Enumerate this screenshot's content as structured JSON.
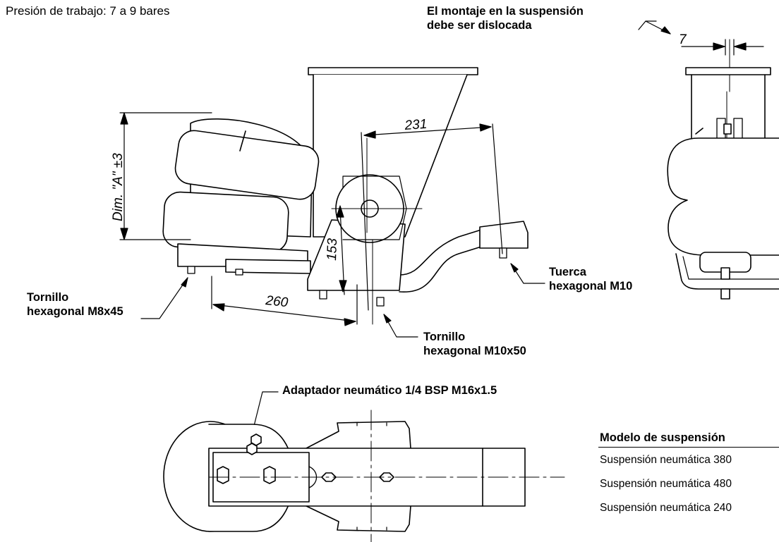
{
  "header": {
    "pressure": "Presión de trabajo: 7 a 9 bares"
  },
  "labels": {
    "mount_line1": "El montaje en la suspensión",
    "mount_line2": "debe ser dislocada",
    "bolt_m8_line1": "Tornillo",
    "bolt_m8_line2": "hexagonal M8x45",
    "nut_line1": "Tuerca",
    "nut_line2": "hexagonal M10",
    "bolt_m10_line1": "Tornillo",
    "bolt_m10_line2": "hexagonal M10x50",
    "adapter": "Adaptador neumático 1/4 BSP M16x1.5"
  },
  "dimensions": {
    "dim_a": "Dim. \"A\" ±3",
    "d231": "231",
    "d153": "153",
    "d260": "260",
    "d7": "7"
  },
  "table": {
    "header": "Modelo de suspensión",
    "rows": [
      "Suspensión neumática 380",
      "Suspensión neumática 480",
      "Suspensión neumática 240"
    ]
  }
}
